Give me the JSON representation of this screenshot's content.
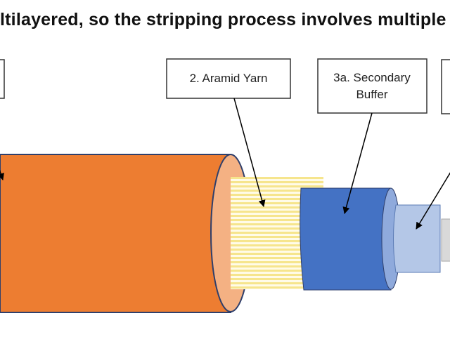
{
  "title": "ltilayered, so the stripping process involves multiple",
  "labels": {
    "aramid_yarn": "2. Aramid Yarn",
    "secondary_buffer_line1": "3a.  Secondary",
    "secondary_buffer_line2": "Buffer"
  },
  "colors": {
    "jacket": "#ed7d31",
    "jacket_inner": "#f4b183",
    "yarn": "#f6e58d",
    "secondary_buffer": "#4472c4",
    "primary_buffer": "#b4c7e7",
    "core": "#d9d9d9",
    "outline": "#2f3f6b"
  }
}
